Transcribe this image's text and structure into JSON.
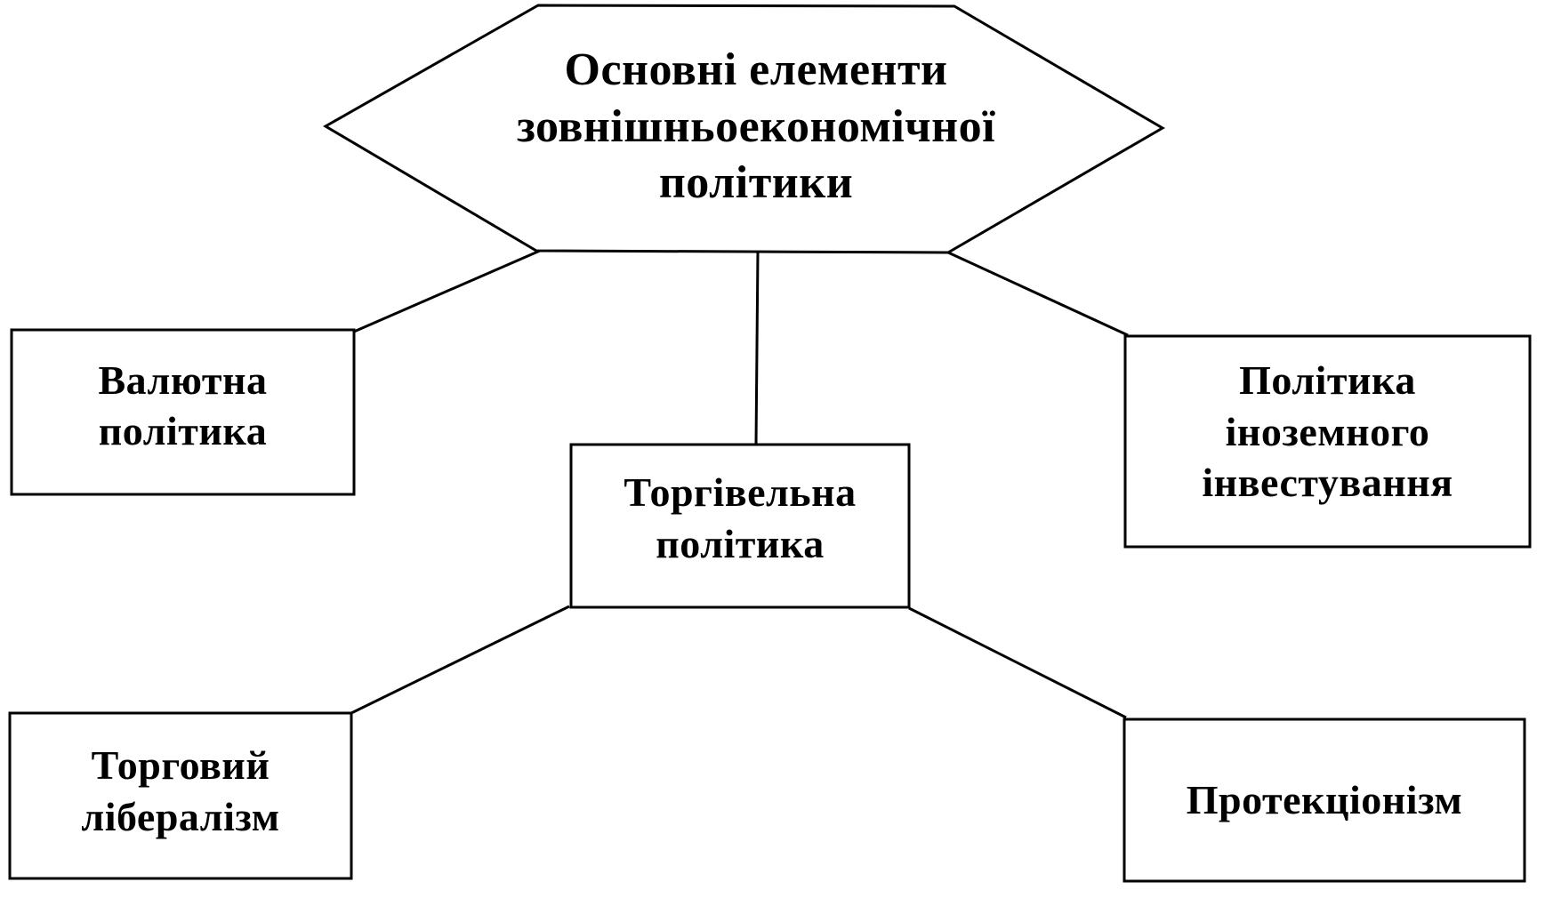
{
  "root": {
    "lines": [
      "Основні елементи",
      "зовнішньоекономічної",
      "політики"
    ]
  },
  "currency_policy": {
    "lines": [
      "Валютна",
      "політика"
    ]
  },
  "foreign_investment_policy": {
    "lines": [
      "Політика",
      "іноземного",
      "інвестування"
    ]
  },
  "trade_policy": {
    "lines": [
      "Торгівельна",
      "політика"
    ]
  },
  "trade_liberalism": {
    "lines": [
      "Торговий",
      "лібералізм"
    ]
  },
  "protectionism": {
    "lines": [
      "Протекціонізм"
    ]
  },
  "colors": {
    "stroke": "#000000",
    "background": "#ffffff",
    "text": "#000000"
  }
}
